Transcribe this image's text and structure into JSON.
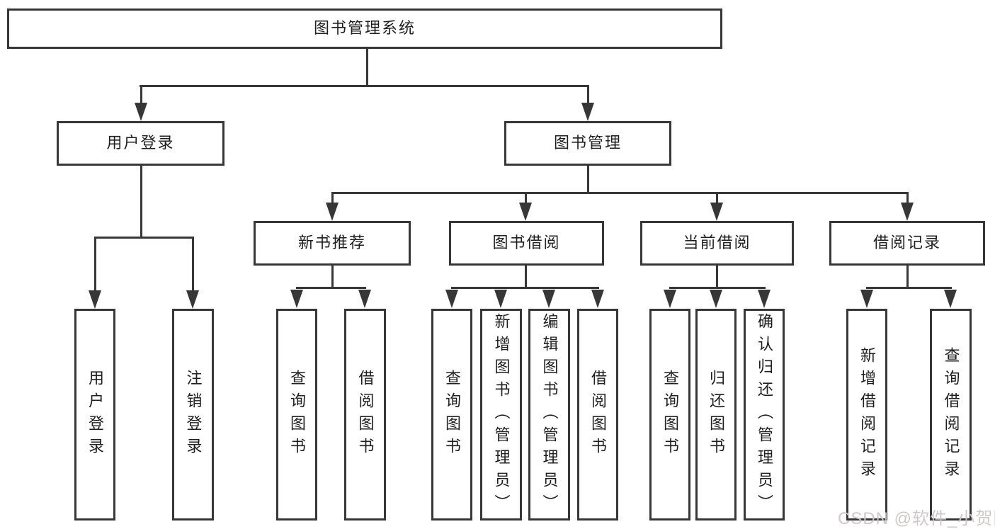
{
  "tree": {
    "label": "图书管理系统",
    "children": [
      {
        "label": "用户登录",
        "children": [
          {
            "label": "用户登录"
          },
          {
            "label": "注销登录"
          }
        ]
      },
      {
        "label": "图书管理",
        "children": [
          {
            "label": "新书推荐",
            "children": [
              {
                "label": "查询图书"
              },
              {
                "label": "借阅图书"
              }
            ]
          },
          {
            "label": "图书借阅",
            "children": [
              {
                "label": "查询图书"
              },
              {
                "label": "新增图书（管理员）"
              },
              {
                "label": "编辑图书（管理员）"
              },
              {
                "label": "借阅图书"
              }
            ]
          },
          {
            "label": "当前借阅",
            "children": [
              {
                "label": "查询图书"
              },
              {
                "label": "归还图书"
              },
              {
                "label": "确认归还（管理员）"
              }
            ]
          },
          {
            "label": "借阅记录",
            "children": [
              {
                "label": "新增借阅记录"
              },
              {
                "label": "查询借阅记录"
              }
            ]
          }
        ]
      }
    ]
  },
  "watermark": "CSDN @软件_小贺同学",
  "colors": {
    "line": "#373737",
    "box_fill": "#ffffff",
    "text": "#1f1f1f",
    "watermark": "#cbc5c5"
  }
}
